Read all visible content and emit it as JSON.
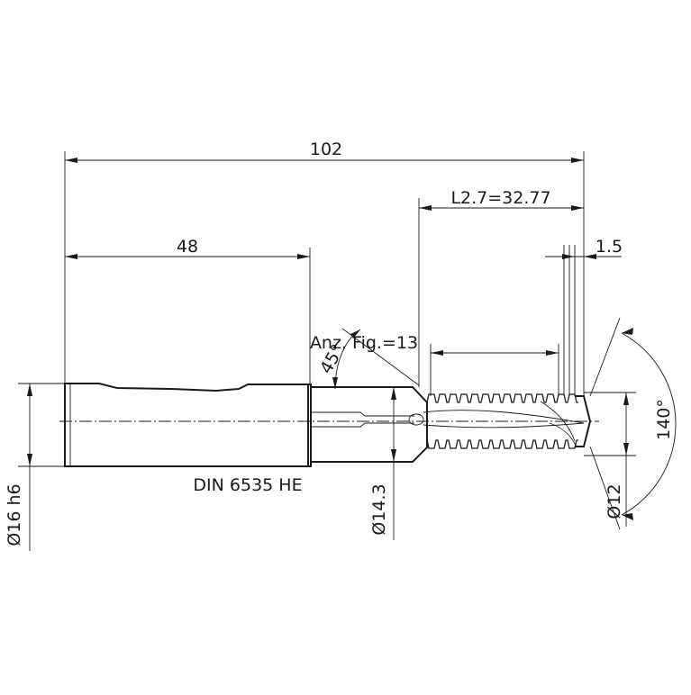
{
  "drawing": {
    "dimensions": {
      "overall_length": "102",
      "shank_length": "48",
      "cutting_length": "L2.7=32.77",
      "tip_length": "1.5",
      "teeth_count": "Anz. Fig.=13",
      "chamfer_angle": "45°",
      "point_angle": "140°",
      "shank_diameter": "Ø16 h6",
      "neck_diameter": "Ø14.3",
      "cutter_diameter": "Ø12"
    },
    "standard_label": "DIN 6535 HE"
  }
}
